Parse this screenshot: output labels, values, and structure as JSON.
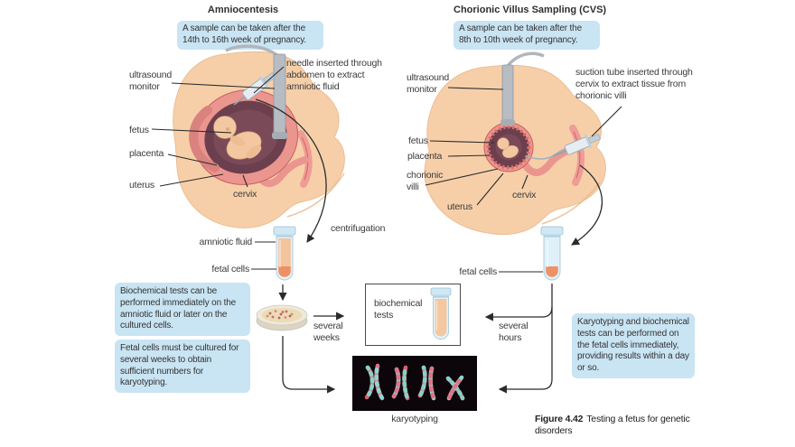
{
  "amnio": {
    "title": "Amniocentesis",
    "note": "A sample can be taken after the 14th to 16th week of pregnancy.",
    "ultrasound_monitor": "ultrasound monitor",
    "needle_note": "needle inserted through abdomen to extract amniotic fluid",
    "fetus": "fetus",
    "placenta": "placenta",
    "uterus": "uterus",
    "cervix": "cervix",
    "amniotic_fluid": "amniotic fluid",
    "fetal_cells": "fetal cells",
    "callout_biochemical": "Biochemical tests can be performed immediately on the amniotic fluid or later on the cultured cells.",
    "callout_culture": "Fetal cells must be cultured for several weeks to obtain sufficient numbers for karyotyping."
  },
  "cvs": {
    "title": "Chorionic Villus Sampling (CVS)",
    "note": "A sample can be taken after the 8th to 10th week of pregnancy.",
    "ultrasound_monitor": "ultrasound monitor",
    "suction_note": "suction tube inserted through cervix to extract tissue from chorionic villi",
    "fetus": "fetus",
    "placenta": "placenta",
    "chorionic_villi": "chorionic villi",
    "uterus": "uterus",
    "cervix": "cervix",
    "fetal_cells": "fetal cells",
    "callout_results": "Karyotyping and biochemical tests can be performed on the fetal cells immediately, providing results within a day or so."
  },
  "process": {
    "centrifugation": "centrifugation",
    "several_weeks": "several weeks",
    "several_hours": "several hours",
    "biochemical_tests": "biochemical tests",
    "karyotyping": "karyotyping"
  },
  "caption": {
    "label": "Figure 4.42",
    "text": "Testing a fetus for genetic disorders"
  },
  "colors": {
    "callout_bg": "#c9e4f3",
    "skin": "#f6cfa9",
    "uterus_wall": "#eb958f",
    "womb_interior": "#6b3f4e",
    "fluid_orange": "#f3c49c",
    "pellet_orange": "#ee9066",
    "text": "#3b3b3b"
  }
}
